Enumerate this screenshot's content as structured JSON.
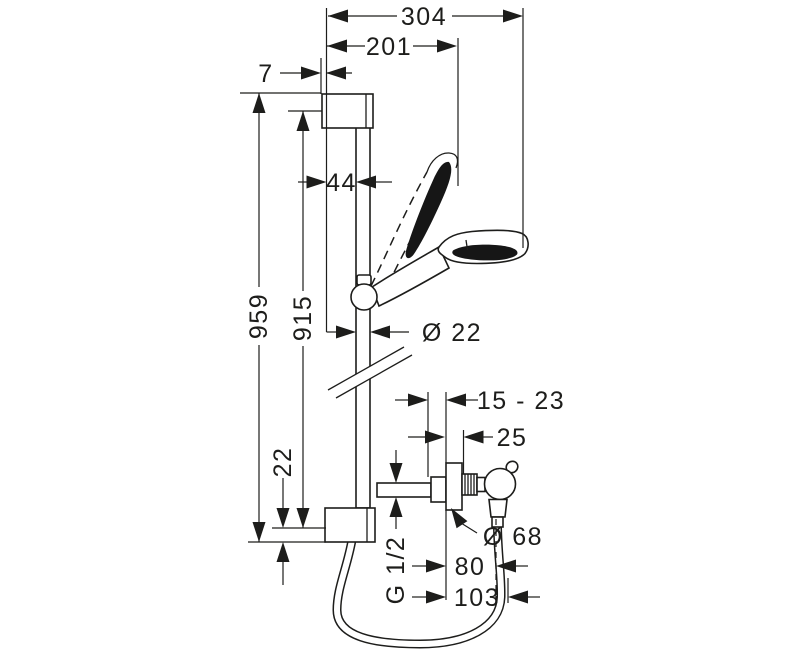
{
  "drawing": {
    "colors": {
      "line": "#1d1d1b",
      "background": "#ffffff"
    },
    "dimensions": {
      "total_width": "304",
      "head_projection": "201",
      "bracket_offset": "7",
      "rail_offset": "44",
      "overall_height": "959",
      "bar_height": "915",
      "rail_diameter": "Ø 22",
      "bottom_clearance": "22",
      "wall_adjust_range": "15 - 23",
      "valve_projection": "25",
      "escutcheon_diameter": "Ø 68",
      "outlet_projection": "80",
      "handle_projection": "103",
      "connection_thread": "G 1/2"
    }
  }
}
